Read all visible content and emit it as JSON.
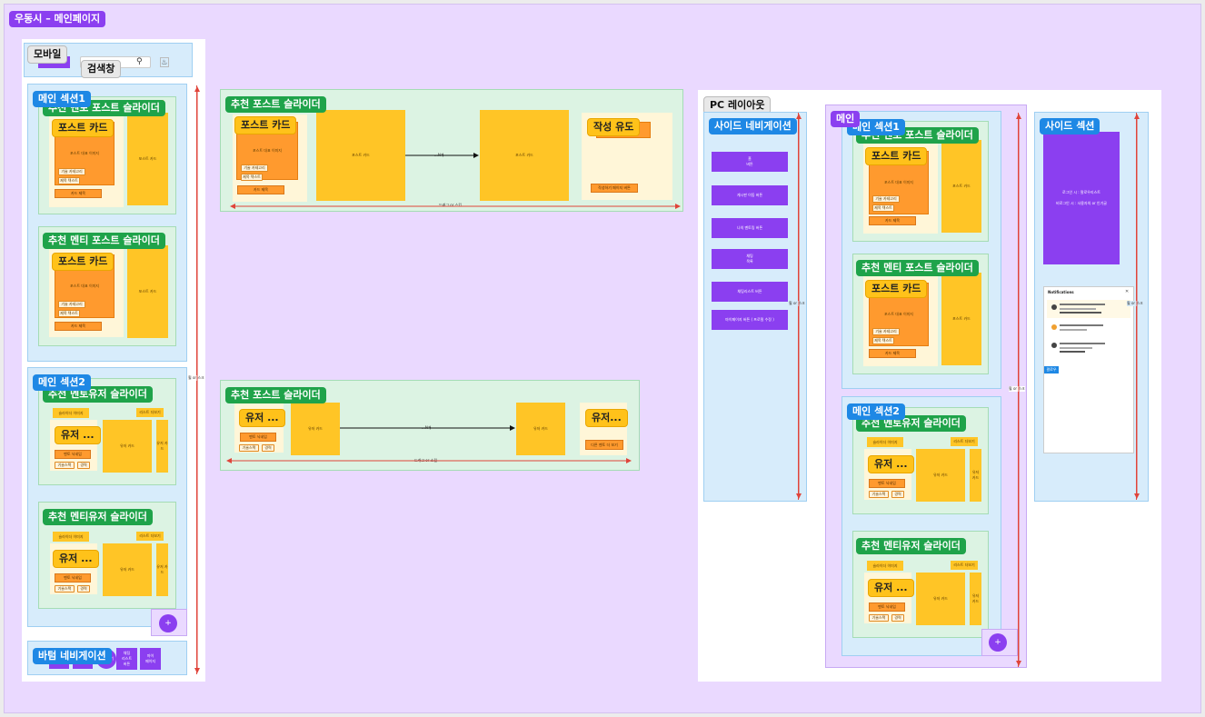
{
  "page_title": "우동시 – 메인페이지",
  "mobile": {
    "label": "모바일",
    "search_label": "검색창",
    "section1": "메인 섹션1",
    "section2": "메인 섹션2",
    "bottom_nav": "바텀 네비게이션",
    "scroll_note": "휠 or 스크",
    "bottom_items": [
      "메\n인",
      "게\n시\n판",
      "작성\n하기",
      "채팅\n리스트\n버튼",
      "마이\n페이지"
    ]
  },
  "labels": {
    "recommended_post_slider": "추천 포스트 슬라이더",
    "recommended_mento_post_slider": "추천 멘토 포스트 슬라이더",
    "recommended_mento_post_slider_overlap": "추천 멘토 포스트 슬라이더",
    "recommended_mentee_post_slider": "추천 멘티 포스트 슬라이더",
    "recommended_mento_user_slider": "추천 멘토유저 슬라이더",
    "recommended_mentee_user_slider": "추천 멘티유저 슬라이더",
    "post_card": "포스트 카드",
    "user_card_short": "유저 ...",
    "user_card_short2": "유저...",
    "write_prompt": "작성 유도",
    "post_card_small": "포스트 카드",
    "post_thumb": "포스트 대표 이미지",
    "skill_category": "기술 카테고리",
    "title_text": "제목 텍스트",
    "card_detail": "카드 제목",
    "user_card_small": "유저 카드",
    "user_card_vertical": "유저\n카드",
    "slider_text": "슬라이더 이미지",
    "list_more": "리스트 더보기",
    "menu_nickname": "멘토 닉네임",
    "tech_stack": "기술스택",
    "career": "경력",
    "n_count": "...N개",
    "drag_note": "드래그 or 스킵",
    "write_page_btn": "작성하기 페이지 버튼",
    "more_users_btn": "다른 멘토 더 보기"
  },
  "pc": {
    "layout_label": "PC 레이아웃",
    "side_nav_label": "사이드 네비게이션",
    "main_label": "메인",
    "section1": "메인 섹션1",
    "section2": "메인 섹션2",
    "side_section": "사이드 섹션",
    "side_nav_items": [
      "홈\n버튼",
      "게시판 이동 버튼",
      "나의 멘토링 버튼",
      "채팅\n목록",
      "채팅리스트 버튼",
      "마이페이지 버튼 ( 프로필 수정 )"
    ],
    "scroll_note": "휠 or 스크",
    "login_box": "로그인 시 : 팔로우리스트\n\n비로그인 시 : 사용자의 or 인기글",
    "notifications_title": "Notifications",
    "follow_btn": "팔로우"
  },
  "colors": {
    "canvas": "#ead9ff",
    "accent_purple": "#8b3ff0",
    "section_blue": "#d7ecfb",
    "slider_green": "#dcf3e3",
    "card_yellow": "#ffc526",
    "card_orange": "#ff9a2e",
    "arrow_red": "#e0443a"
  }
}
